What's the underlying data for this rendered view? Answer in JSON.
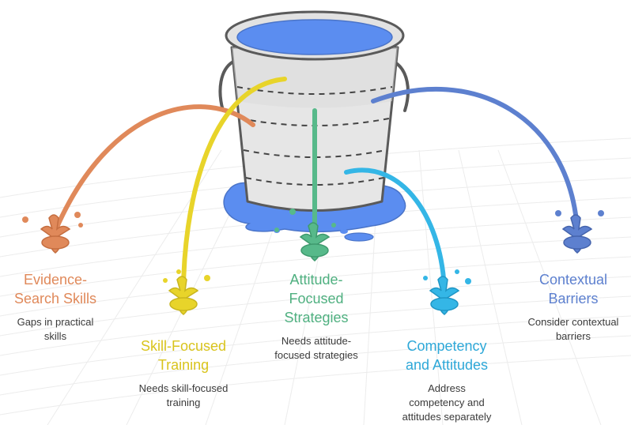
{
  "colors": {
    "evidence": "#e0895a",
    "skill": "#e8d42a",
    "attitude": "#57b98a",
    "competency": "#34b6e6",
    "contextual": "#5d80cf",
    "water": "#5b8df0",
    "bucket": "#e6e6e6",
    "outline": "#5a5a5a"
  },
  "items": [
    {
      "title_line1": "Evidence-",
      "title_line2": "Search Skills",
      "title_line3": "",
      "desc_line1": "Gaps in practical",
      "desc_line2": "skills",
      "desc_line3": "",
      "icon": "splash-icon"
    },
    {
      "title_line1": "Skill-Focused",
      "title_line2": "Training",
      "title_line3": "",
      "desc_line1": "Needs skill-focused",
      "desc_line2": "training",
      "desc_line3": "",
      "icon": "splash-icon"
    },
    {
      "title_line1": "Attitude-",
      "title_line2": "Focused",
      "title_line3": "Strategies",
      "desc_line1": "Needs attitude-",
      "desc_line2": "focused strategies",
      "desc_line3": "",
      "icon": "splash-icon"
    },
    {
      "title_line1": "Competency",
      "title_line2": "and Attitudes",
      "title_line3": "",
      "desc_line1": "Address",
      "desc_line2": "competency and",
      "desc_line3": "attitudes separately",
      "icon": "splash-icon"
    },
    {
      "title_line1": "Contextual",
      "title_line2": "Barriers",
      "title_line3": "",
      "desc_line1": "Consider contextual",
      "desc_line2": "barriers",
      "desc_line3": "",
      "icon": "splash-icon"
    }
  ]
}
